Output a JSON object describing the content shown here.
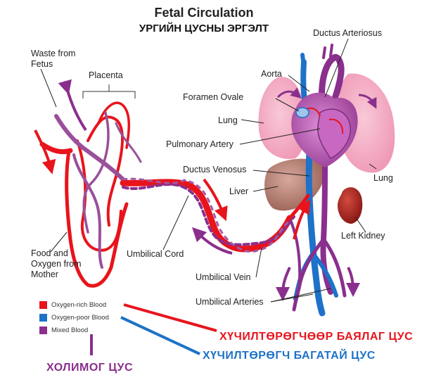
{
  "title": "Fetal Circulation",
  "subtitle_mn": "УРГИЙН ЦУСНЫ ЭРГЭЛТ",
  "labels": {
    "waste": "Waste from\nFetus",
    "placenta": "Placenta",
    "food": "Food and\nOxygen from\nMother",
    "umbilical_cord": "Umbilical Cord",
    "ductus_arteriosus": "Ductus Arteriosus",
    "aorta": "Aorta",
    "foramen_ovale": "Foramen Ovale",
    "lung_left": "Lung",
    "pulmonary_artery": "Pulmonary Artery",
    "lung_right": "Lung",
    "ductus_venosus": "Ductus Venosus",
    "liver": "Liver",
    "left_kidney": "Left Kidney",
    "umbilical_vein": "Umbilical Vein",
    "umbilical_arteries": "Umbilical Arteries"
  },
  "legend": [
    {
      "label": "Oxygen-rich Blood",
      "color": "#e8141c"
    },
    {
      "label": "Oxygen-poor Blood",
      "color": "#1e72c8"
    },
    {
      "label": "Mixed Blood",
      "color": "#8a2f8e"
    }
  ],
  "mongolian": {
    "oxygen_rich": "ХҮЧИЛТӨРӨГЧӨӨР БАЯЛАГ ЦУС",
    "oxygen_poor": "ХҮЧИЛТӨРӨГЧ БАГАТАЙ ЦУС",
    "mixed": "ХОЛИМОГ ЦУС"
  }
}
